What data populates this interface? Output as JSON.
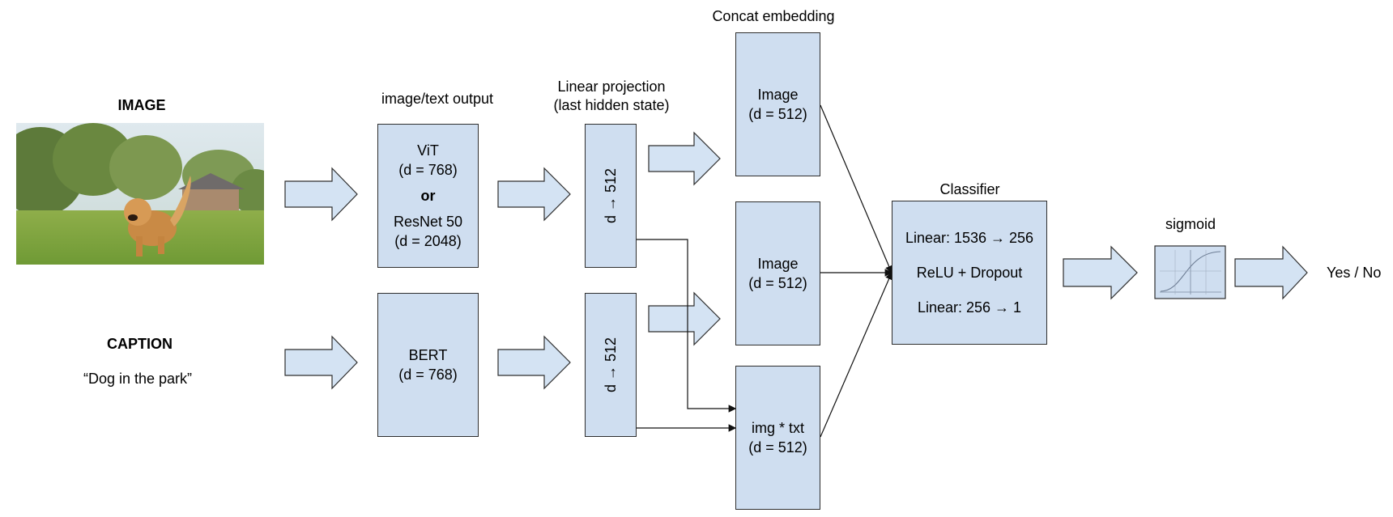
{
  "image_section": {
    "title": "IMAGE"
  },
  "caption_section": {
    "title": "CAPTION",
    "text": "“Dog in the park”"
  },
  "encoders": {
    "header": "image/text output",
    "image_encoder": {
      "line1": "ViT",
      "line2": "(d = 768)",
      "or": "or",
      "line3": "ResNet 50",
      "line4": "(d = 2048)"
    },
    "text_encoder": {
      "line1": "BERT",
      "line2": "(d = 768)"
    }
  },
  "projection": {
    "header_line1": "Linear projection",
    "header_line2": "(last hidden state)",
    "top_label": "d → 512",
    "bottom_label": "d → 512"
  },
  "concat": {
    "header": "Concat embedding",
    "box1": {
      "line1": "Image",
      "line2": "(d = 512)"
    },
    "box2": {
      "line1": "Image",
      "line2": "(d = 512)"
    },
    "box3": {
      "line1": "img * txt",
      "line2": "(d = 512)"
    }
  },
  "classifier": {
    "header": "Classifier",
    "line1": "Linear: 1536 → 256",
    "line2": "ReLU + Dropout",
    "line3": "Linear: 256 → 1"
  },
  "sigmoid": {
    "header": "sigmoid"
  },
  "output": {
    "text": "Yes / No"
  },
  "colors": {
    "box_fill": "#cfdef0",
    "arrow_fill": "#d4e3f3",
    "stroke": "#2e2e2e"
  }
}
